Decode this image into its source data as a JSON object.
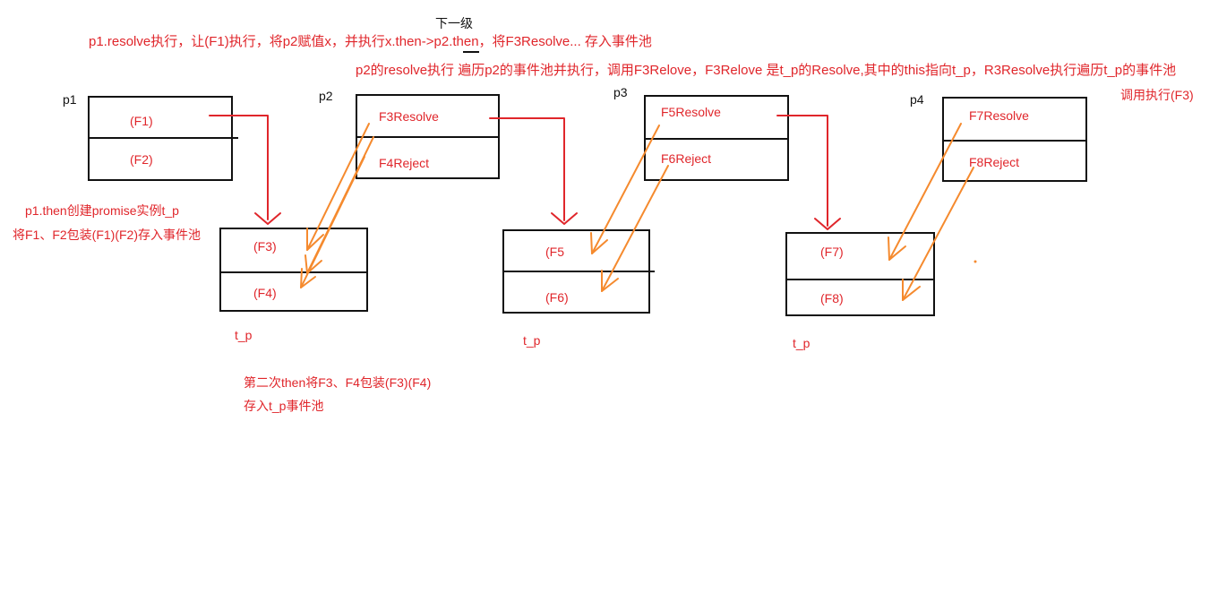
{
  "header": {
    "next_level": "下一级"
  },
  "annotations": {
    "top_line": "p1.resolve执行，让(F1)执行，将p2赋值x，并执行x.then->p2.then，将F3Resolve... 存入事件池",
    "p2_line": "p2的resolve执行 遍历p2的事件池并执行，调用F3Relove，F3Relove 是t_p的Resolve,其中的this指向t_p，R3Resolve执行遍历t_p的事件池",
    "p2_line_cont": "调用执行(F3)",
    "then_create_1": "p1.then创建promise实例t_p",
    "then_create_2": "将F1、F2包装(F1)(F2)存入事件池",
    "second_then_1": "第二次then将F3、F4包装(F3)(F4)",
    "second_then_2": "存入t_p事件池"
  },
  "promises": [
    {
      "name": "p1",
      "top": "(F1)",
      "bottom": "(F2)"
    },
    {
      "name": "p2",
      "top": "F3Resolve",
      "bottom": "F4Reject"
    },
    {
      "name": "p3",
      "top": "F5Resolve",
      "bottom": "F6Reject"
    },
    {
      "name": "p4",
      "top": "F7Resolve",
      "bottom": "F8Reject"
    }
  ],
  "tp_boxes": [
    {
      "label": "t_p",
      "top": "(F3)",
      "bottom": "(F4)"
    },
    {
      "label": "t_p",
      "top": "(F5",
      "bottom": "(F6)"
    },
    {
      "label": "t_p",
      "top": "(F7)",
      "bottom": "(F8)"
    }
  ],
  "colors": {
    "red": "#e0262b",
    "orange": "#f58a2e",
    "black": "#111111"
  }
}
